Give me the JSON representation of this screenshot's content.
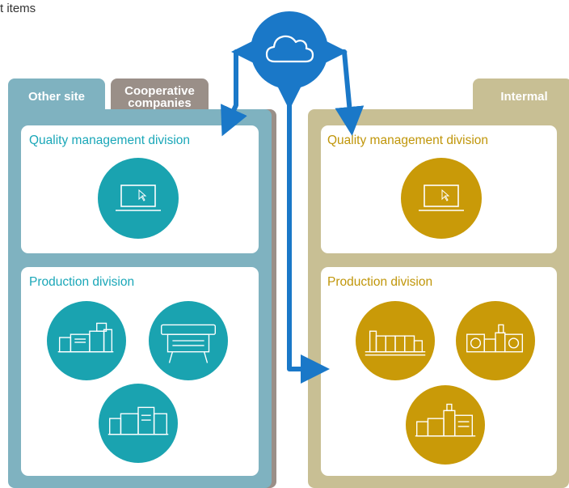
{
  "header": {
    "partial_text": "t items"
  },
  "tabs": {
    "other_site": "Other site",
    "cooperative": "Cooperative\ncompanies",
    "internal": "Intermal"
  },
  "left": {
    "quality_title": "Quality management division",
    "production_title": "Production division"
  },
  "right": {
    "quality_title": "Quality management division",
    "production_title": "Production division"
  },
  "colors": {
    "teal": "#1aa3b0",
    "gold": "#c99a08",
    "blue_arrow": "#1a78c8",
    "left_panel": "#7fb2c0",
    "coop_tab": "#9a8f88",
    "right_panel": "#c8bf94"
  },
  "icons": {
    "cloud": "cloud-icon",
    "laptop": "laptop-icon",
    "production_press": "printing-press-icon",
    "wide_format_printer": "wide-format-printer-icon",
    "digital_press": "digital-press-icon",
    "offset_press": "offset-press-icon",
    "label_press": "label-press-icon",
    "inkjet_press": "inkjet-press-icon"
  }
}
